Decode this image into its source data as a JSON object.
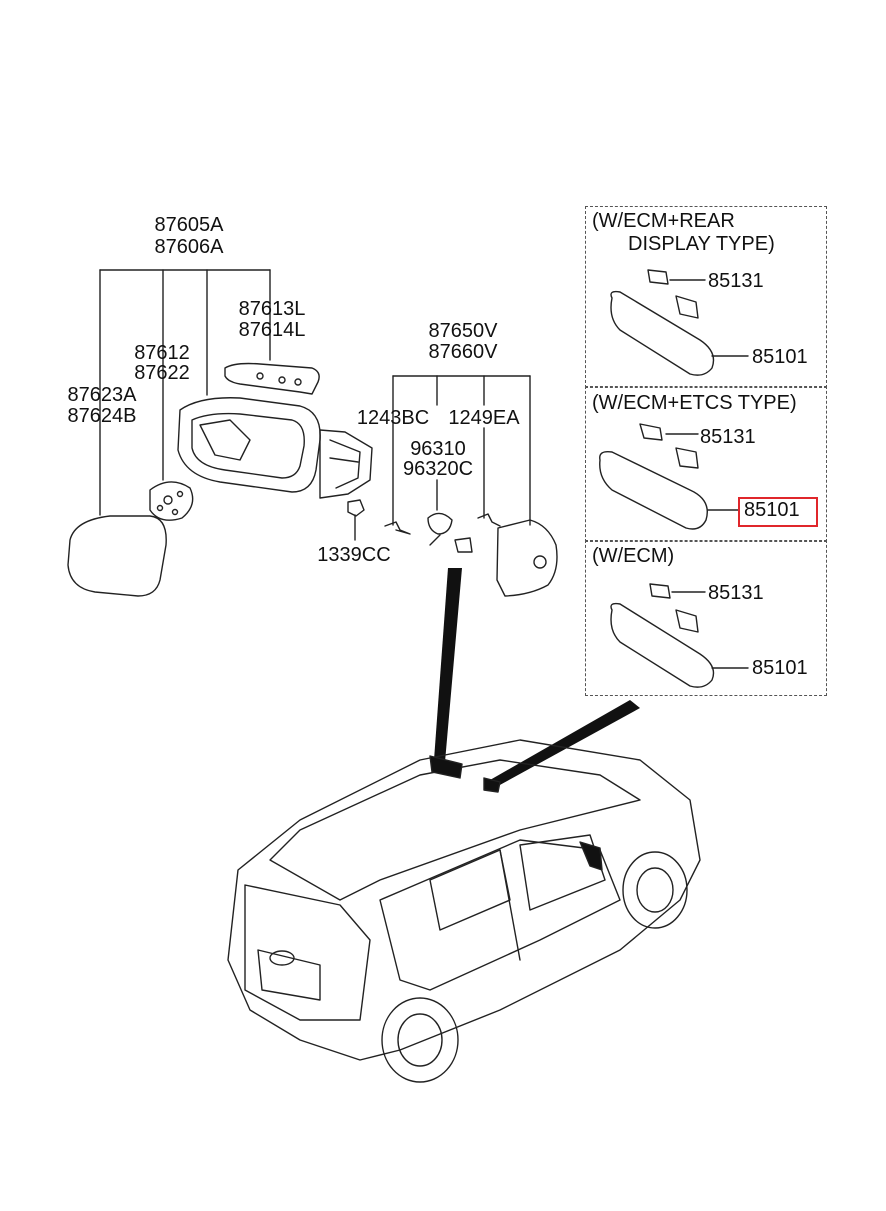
{
  "callouts": {
    "mirror_assembly": [
      "87605A",
      "87606A"
    ],
    "cover": [
      "87613L",
      "87614L"
    ],
    "actuator": [
      "87612",
      "87622"
    ],
    "glass": [
      "87623A",
      "87624B"
    ],
    "nut": "1339CC",
    "inside_assembly": [
      "87650V",
      "87660V"
    ],
    "screw_a": "1243BC",
    "screw_b": "1249EA",
    "sensor": [
      "96310",
      "96320C"
    ]
  },
  "inset_panels": [
    {
      "title_line1": "(W/ECM+REAR",
      "title_line2": "DISPLAY TYPE)",
      "part_top": "85131",
      "part_bottom": "85101"
    },
    {
      "title_line1": "(W/ECM+ETCS TYPE)",
      "part_top": "85131",
      "part_bottom": "85101",
      "highlighted": true
    },
    {
      "title_line1": "(W/ECM)",
      "part_top": "85131",
      "part_bottom": "85101"
    }
  ],
  "colors": {
    "highlight": "#e0262b",
    "line": "#222222"
  }
}
